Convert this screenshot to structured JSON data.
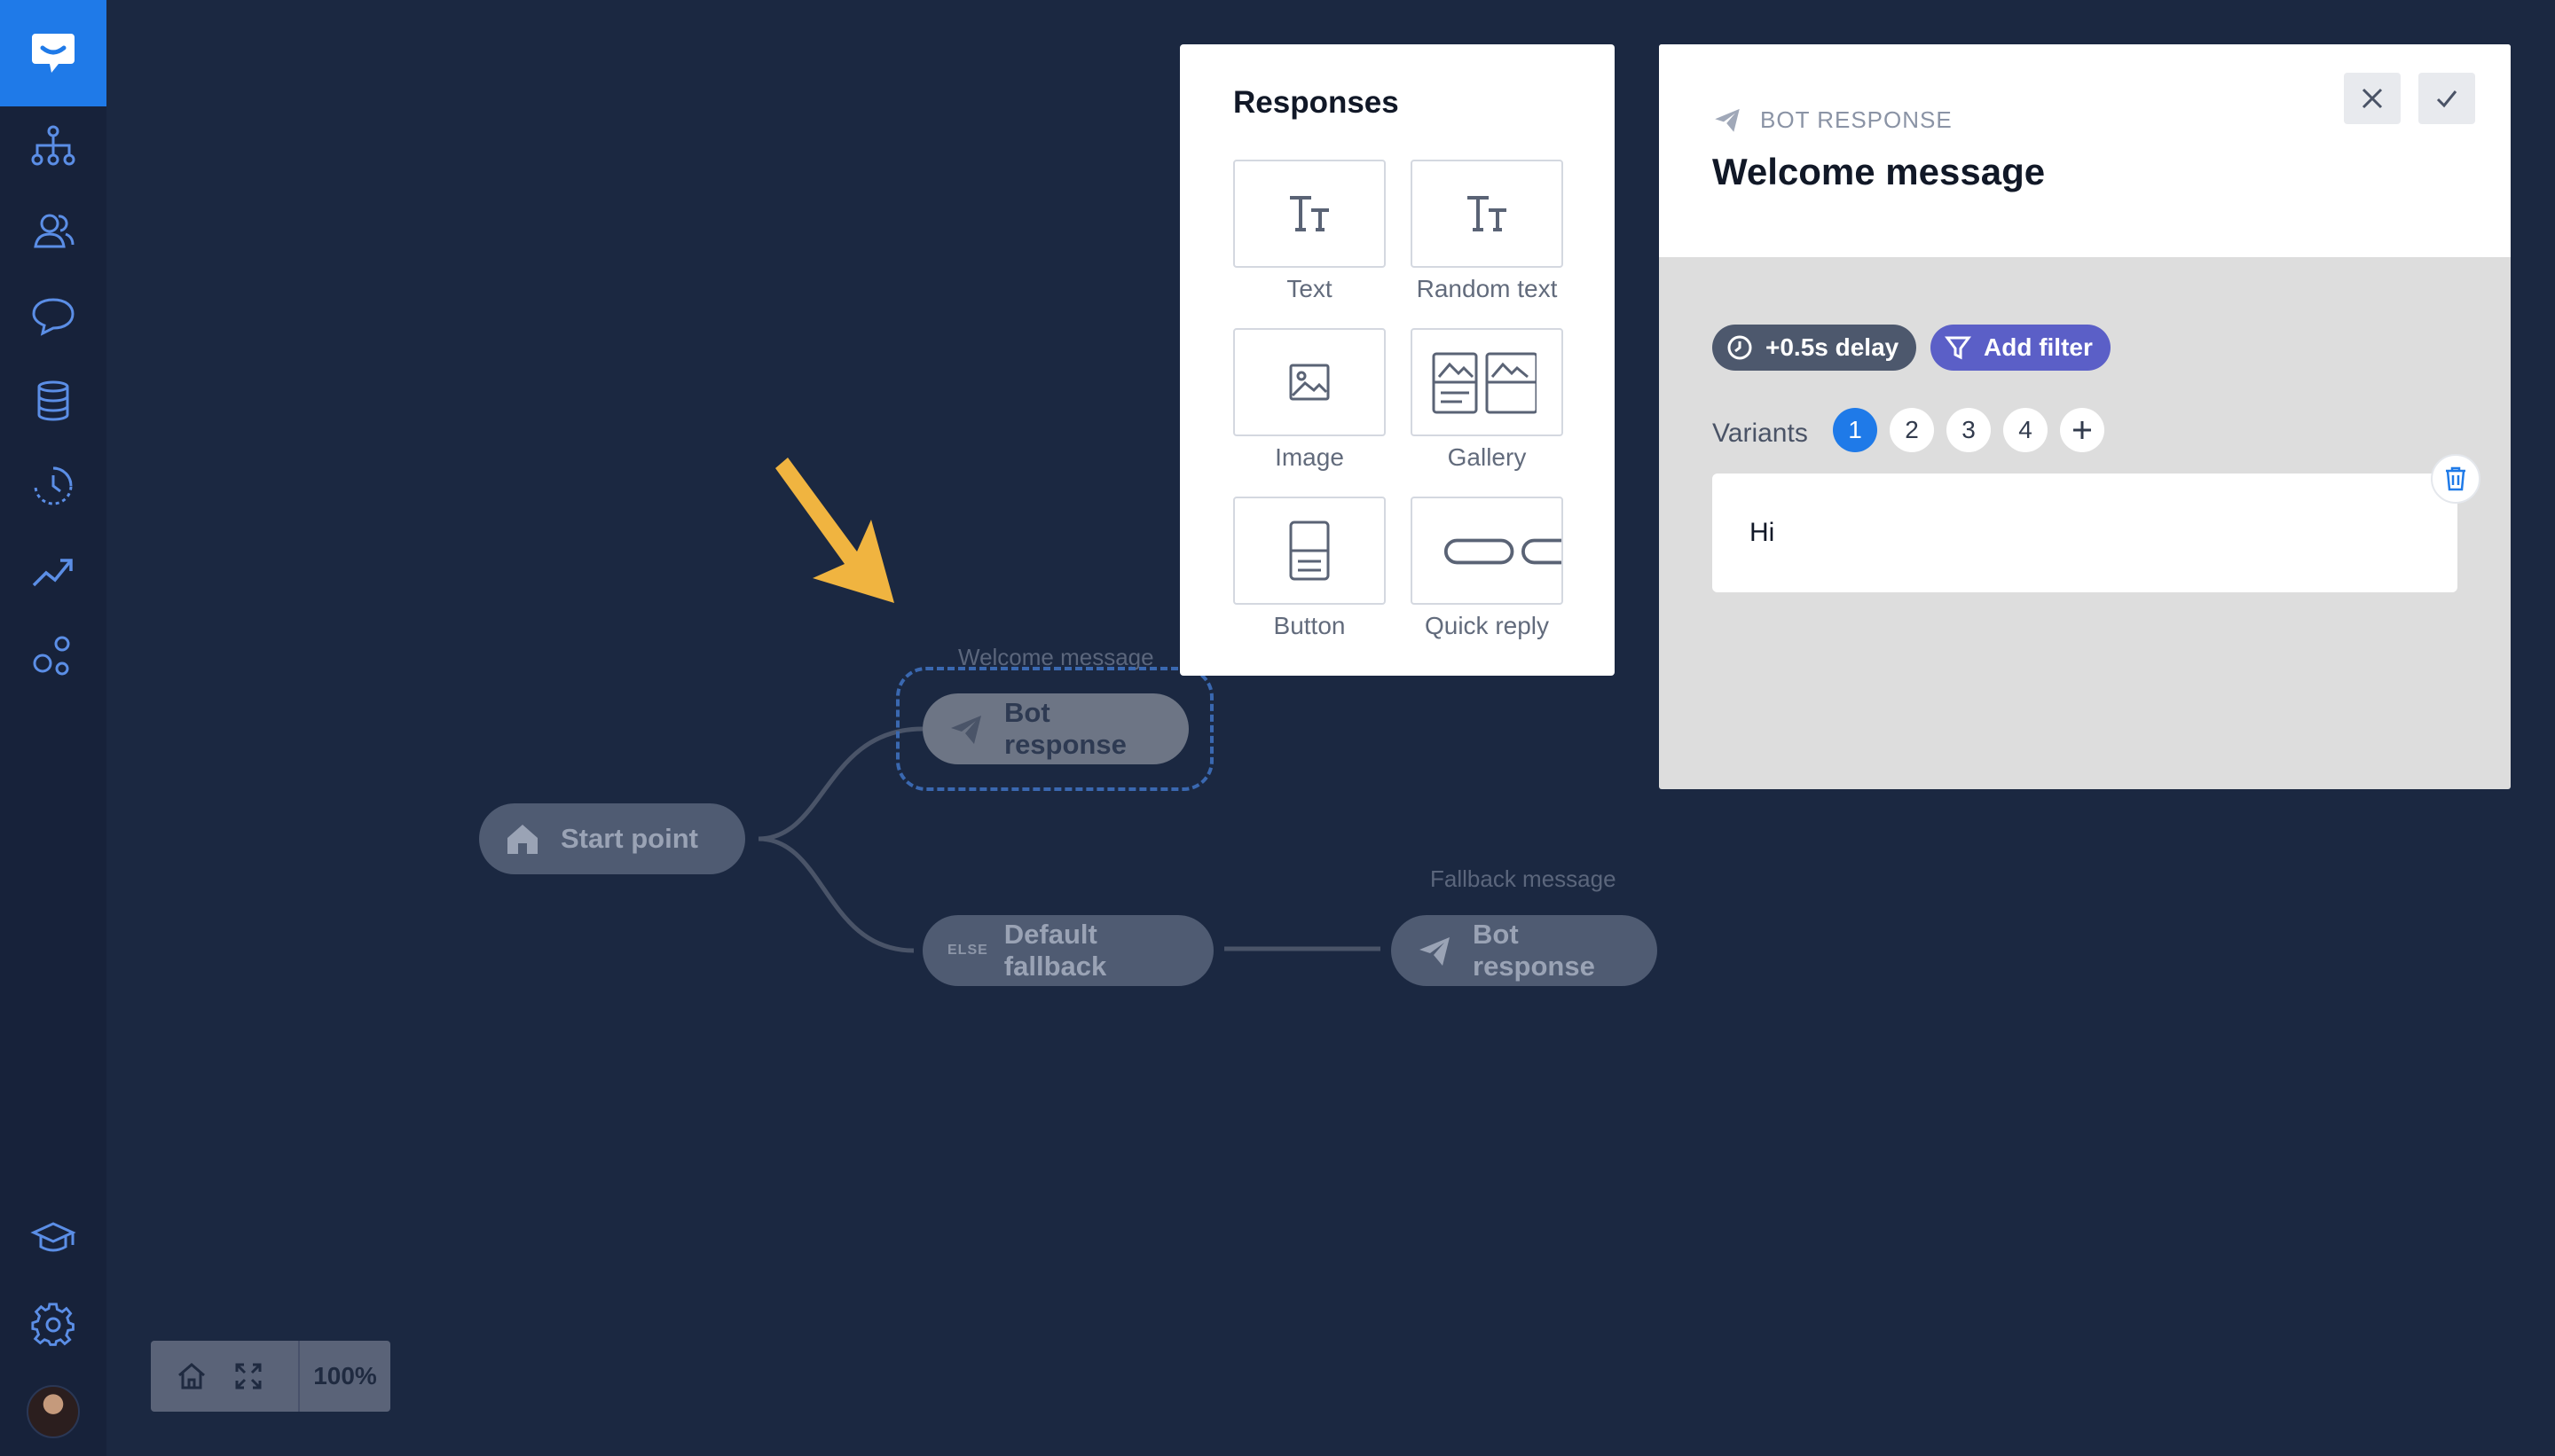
{
  "sidebar": {
    "items": [
      {
        "name": "flows"
      },
      {
        "name": "audience"
      },
      {
        "name": "chats"
      },
      {
        "name": "data"
      },
      {
        "name": "history"
      },
      {
        "name": "analytics"
      },
      {
        "name": "integrations"
      }
    ],
    "bottom": [
      {
        "name": "learning"
      },
      {
        "name": "settings"
      }
    ]
  },
  "canvas": {
    "start_node": "Start point",
    "welcome_caption": "Welcome message",
    "bot_response_node": "Bot response",
    "fallback_tag": "ELSE",
    "fallback_node": "Default fallback",
    "fallback_caption": "Fallback message",
    "fallback_response_node": "Bot response"
  },
  "responses": {
    "title": "Responses",
    "items": [
      {
        "label": "Text",
        "icon": "text-format-icon"
      },
      {
        "label": "Random text",
        "icon": "text-format-icon"
      },
      {
        "label": "Image",
        "icon": "image-icon"
      },
      {
        "label": "Gallery",
        "icon": "gallery-icon"
      },
      {
        "label": "Button",
        "icon": "button-icon"
      },
      {
        "label": "Quick reply",
        "icon": "quick-reply-icon"
      }
    ]
  },
  "panel": {
    "kicker": "BOT RESPONSE",
    "title": "Welcome message",
    "delay_label": "+0.5s delay",
    "filter_label": "Add filter",
    "variants_label": "Variants",
    "variants": [
      "1",
      "2",
      "3",
      "4"
    ],
    "active_variant": "1",
    "message": "Hi"
  },
  "zoom": {
    "level": "100%"
  },
  "colors": {
    "canvas_bg": "#1b2841",
    "sidebar_bg": "#17223a",
    "accent": "#1f7ae8",
    "filter_pill": "#5b5fc7",
    "annotation_arrow": "#f0b440"
  }
}
